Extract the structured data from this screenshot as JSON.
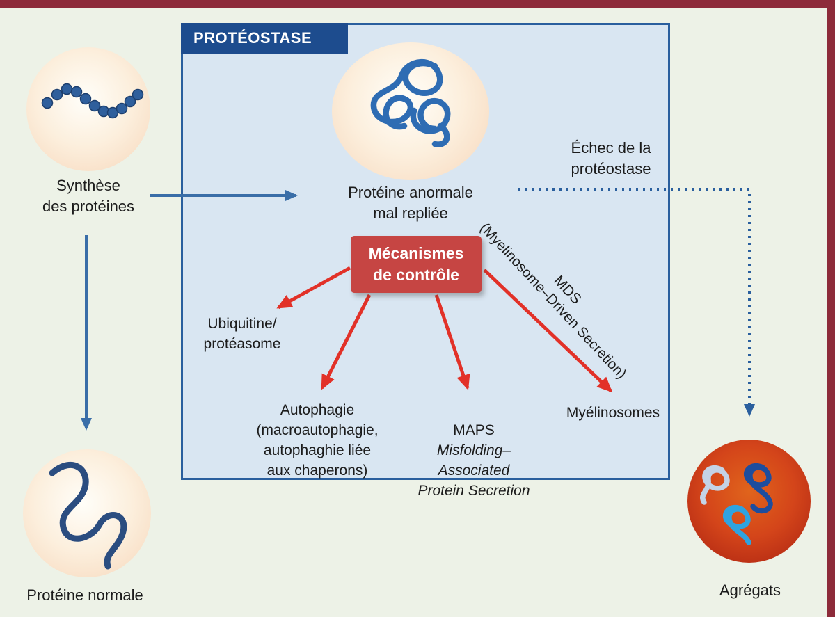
{
  "palette": {
    "background": "#edf2e7",
    "frame_maroon": "#8d2b3a",
    "box_fill": "#d9e6f2",
    "box_border": "#2a5f9e",
    "header_blue": "#1d4c8e",
    "control_red": "#c64543",
    "arrow_red": "#e23128",
    "arrow_blue": "#3a6ea8",
    "peach_cell": "#f6d6ba",
    "aggregate_red": "#d4451a",
    "text": "#1c1c1c"
  },
  "icons": {
    "bead_chain": "protein-synthesis-bead-chain",
    "normal_protein": "folded-normal-protein-squiggle",
    "misfolded_protein": "misfolded-protein-tangle",
    "aggregates": "protein-aggregate-cluster"
  },
  "left": {
    "synthesis_label": "Synthèse\ndes protéines",
    "normal_label": "Protéine normale"
  },
  "proteostase": {
    "header": "PROTÉOSTASE",
    "abnormal_label": "Protéine anormale\nmal repliée",
    "control_box": "Mécanismes\nde contrôle",
    "ubiquitine_label": "Ubiquitine/\nprotéasome",
    "autophagie_label": "Autophagie\n(macroautophagie,\nautophaghie liée\naux chaperons)",
    "maps_title": "MAPS",
    "maps_subtitle": "Misfolding–\nAssociated\nProtein Secretion",
    "myelinosomes_label": "Myélinosomes",
    "mds_full": "(Myelinosome–Driven Secretion)",
    "mds_abbr": "MDS"
  },
  "right": {
    "failure_label": "Échec de la\nprotéostase",
    "aggregates_label": "Agrégats"
  }
}
